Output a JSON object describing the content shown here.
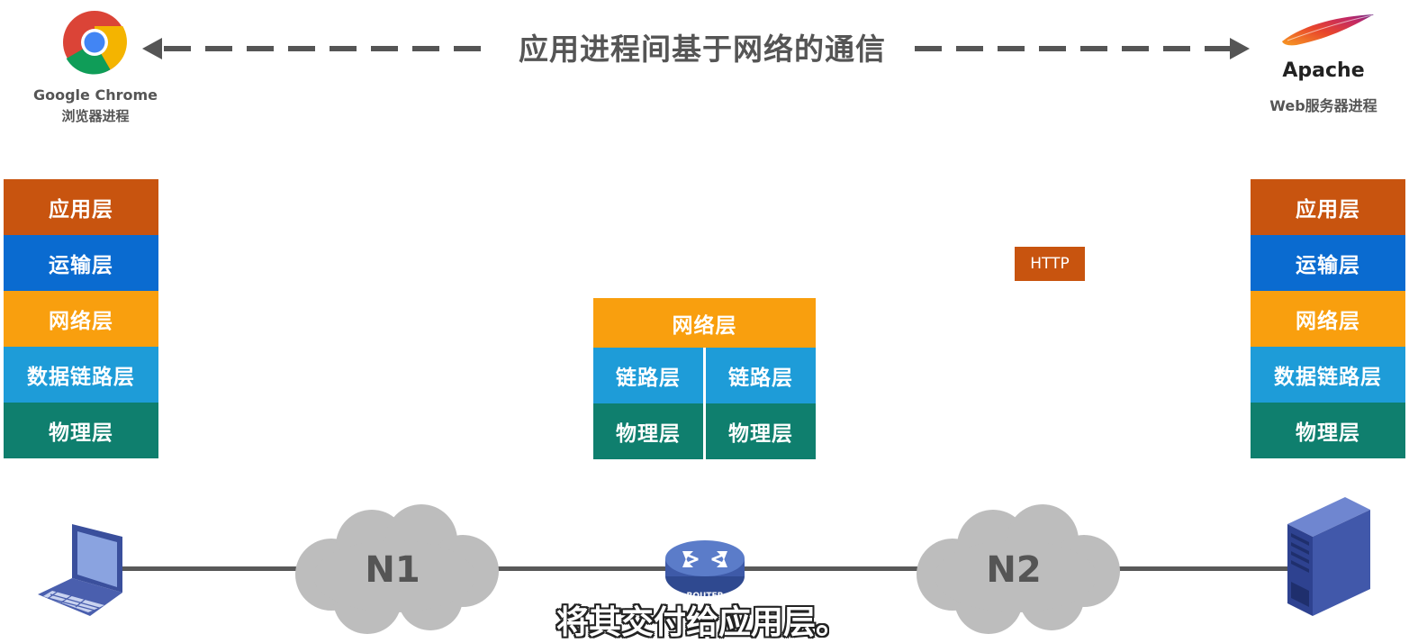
{
  "header": {
    "title": "应用进程间基于网络的通信",
    "left_app": {
      "name": "Google Chrome",
      "desc": "浏览器进程",
      "icon": "chrome-icon"
    },
    "right_app": {
      "name": "Apache",
      "desc": "Web服务器进程",
      "icon": "apache-feather-icon"
    }
  },
  "left_stack": {
    "layers": [
      "应用层",
      "运输层",
      "网络层",
      "数据链路层",
      "物理层"
    ]
  },
  "router_stack": {
    "network": "网络层",
    "link_left": "链路层",
    "link_right": "链路层",
    "phy_left": "物理层",
    "phy_right": "物理层"
  },
  "right_stack": {
    "layers": [
      "应用层",
      "运输层",
      "网络层",
      "数据链路层",
      "物理层"
    ]
  },
  "packet": {
    "label": "HTTP"
  },
  "network": {
    "cloud1": "N1",
    "cloud2": "N2",
    "router_label": "ROUTER",
    "client_icon": "laptop-icon",
    "server_icon": "server-icon"
  },
  "subtitle": "将其交付给应用层。",
  "colors": {
    "application": "#c8540f",
    "transport": "#0a6bd0",
    "network": "#f99f0e",
    "data_link": "#1e9cd8",
    "physical": "#0f7f6e",
    "arrow": "#555555"
  }
}
